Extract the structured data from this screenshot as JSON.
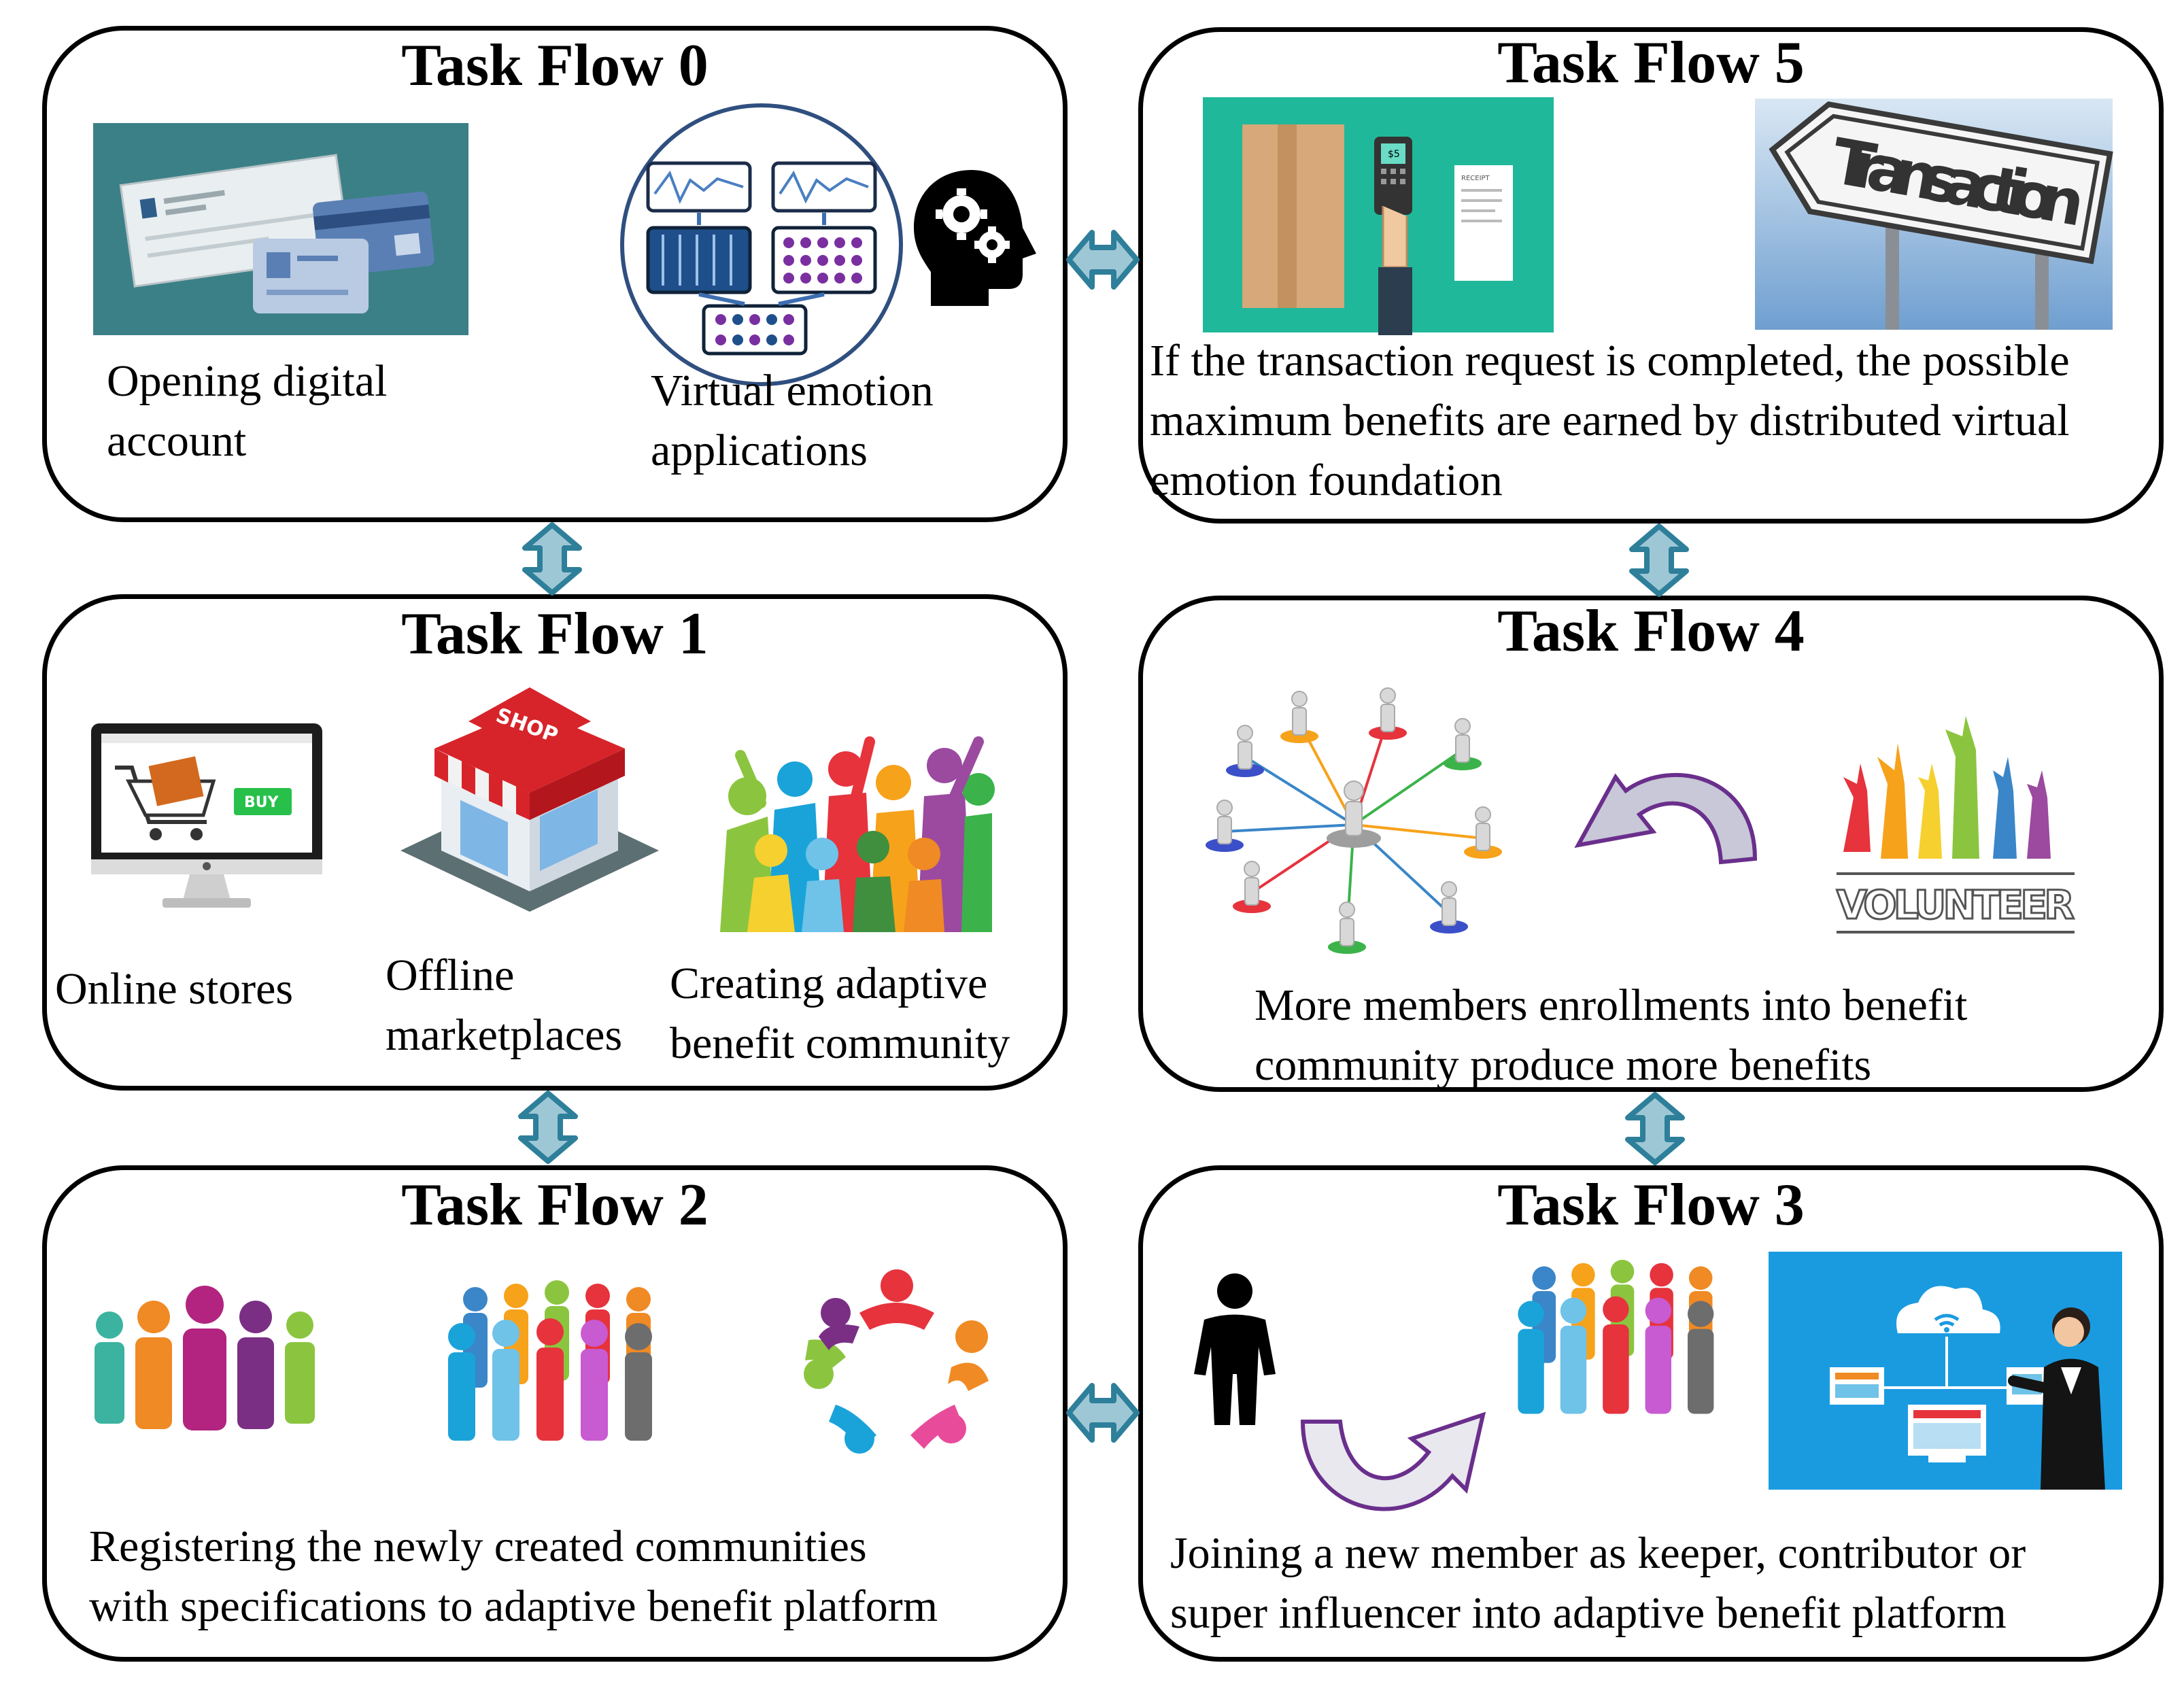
{
  "colors": {
    "border": "#000000",
    "connector_fill": "#9ec7d6",
    "connector_stroke": "#2e7f9a",
    "curve_arrow": "#6a2f8c",
    "card_bg": "#3c8087",
    "teal_bg": "#20b89a",
    "blue_bg": "#1a9be0"
  },
  "task_flows": [
    {
      "title": "Task Flow 0",
      "items": [
        {
          "icon": "digital-account-cards-icon",
          "lines": [
            "Opening digital",
            "account"
          ]
        },
        {
          "icon": "virtual-emotion-network-icon",
          "lines": [
            "Virtual emotion",
            "applications"
          ]
        },
        {
          "icon": "head-gears-icon",
          "lines": []
        }
      ]
    },
    {
      "title": "Task Flow 1",
      "items": [
        {
          "icon": "online-store-monitor-icon",
          "lines": [
            "Online stores"
          ]
        },
        {
          "icon": "shop-building-icon",
          "lines": [
            "Offline",
            "marketplaces"
          ]
        },
        {
          "icon": "community-people-icon",
          "lines": [
            "Creating adaptive",
            "benefit community"
          ]
        }
      ]
    },
    {
      "title": "Task Flow 2",
      "icons": [
        "people-row-icon",
        "crowd-icon",
        "circle-team-icon"
      ],
      "lines": [
        "Registering the newly created communities",
        "with specifications to adaptive benefit platform"
      ]
    },
    {
      "title": "Task Flow 3",
      "icons": [
        "person-icon",
        "curved-up-arrow-icon",
        "crowd-icon",
        "presenter-cloud-icon"
      ],
      "lines": [
        "Joining a new member as keeper, contributor or",
        "super influencer into adaptive benefit platform"
      ]
    },
    {
      "title": "Task Flow 4",
      "icons": [
        "network-members-icon",
        "curved-down-arrow-icon",
        "volunteer-hands-icon"
      ],
      "volunteer_label": "VOLUNTEER",
      "lines": [
        "More members enrollments into benefit",
        "community produce more benefits"
      ]
    },
    {
      "title": "Task Flow 5",
      "icons": [
        "payment-terminal-icon",
        "transaction-sign-icon"
      ],
      "sign_text": "Transaction",
      "buy_text": "BUY",
      "shop_text": "SHOP",
      "receipt_text": "RECEIPT",
      "lines": [
        "If the transaction request is completed, the possible",
        "maximum benefits are earned by distributed virtual",
        "emotion foundation"
      ]
    }
  ]
}
